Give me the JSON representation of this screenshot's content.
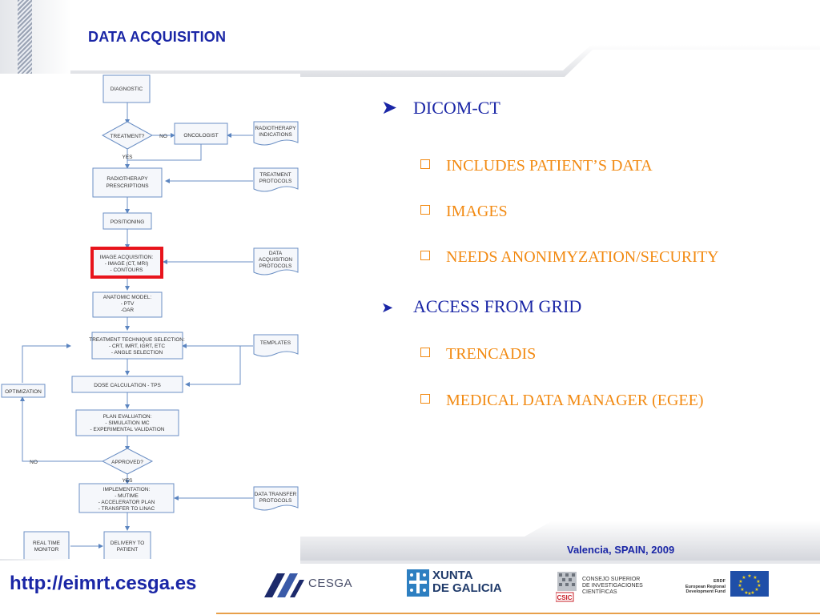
{
  "slide": {
    "title": "DATA ACQUISITION",
    "location": "Valencia, SPAIN, 2009",
    "url": "http://eimrt.cesga.es",
    "accent_color": "#1a26a6",
    "orange_color": "#f28a12",
    "highlight_color": "#e8141c"
  },
  "bullets": {
    "level1": [
      "DICOM-CT",
      "ACCESS FROM GRID"
    ],
    "dicom_sub": [
      "INCLUDES PATIENT’S DATA",
      "IMAGES",
      "NEEDS ANONIMYZATION/SECURITY"
    ],
    "grid_sub": [
      "TRENCADIS",
      "MEDICAL DATA MANAGER (EGEE)"
    ]
  },
  "flowchart": {
    "diagnostic": "DIAGNOSTIC",
    "treatment_q": "TREATMENT?",
    "no": "NO",
    "yes": "YES",
    "oncologist": "ONCOLOGIST",
    "rt_indications": [
      "RADIOTHERAPY",
      "INDICATIONS"
    ],
    "rt_prescriptions": [
      "RADIOTHERAPY",
      "PRESCRIPTIONS"
    ],
    "treatment_protocols": [
      "TREATMENT",
      "PROTOCOLS"
    ],
    "positioning": "POSITIONING",
    "image_acq": [
      "IMAGE ACQUISITION:",
      "- IMAGE (CT, MRI)",
      "- CONTOURS"
    ],
    "data_acq_protocols": [
      "DATA",
      "ACQUISITION",
      "PROTOCOLS"
    ],
    "anatomic": [
      "ANATOMIC MODEL:",
      "- PTV",
      "-OAR"
    ],
    "technique": [
      "TREATMENT TECHNIQUE SELECTION:",
      "- CRT, IMRT, IGRT, ETC",
      "- ANGLE SELECTION"
    ],
    "templates": "TEMPLATES",
    "optimization": "OPTIMIZATION",
    "dose": "DOSE CALCULATION - TPS",
    "plan_eval": [
      "PLAN EVALUATION:",
      "- SIMULATION MC",
      "- EXPERIMENTAL VALIDATION"
    ],
    "approved_q": "APPROVED?",
    "no2": "NO",
    "yes2": "YES",
    "implementation": [
      "IMPLEMENTATION:",
      "- MUTIME",
      "- ACCELERATOR PLAN",
      "- TRANSFER TO LINAC"
    ],
    "data_transfer": [
      "DATA TRANSFER",
      "PROTOCOLS"
    ],
    "realtime": [
      "REAL TIME",
      "MONITOR"
    ],
    "delivery": [
      "DELIVERY TO",
      "PATIENT"
    ]
  },
  "logos": {
    "cesga": "CESGA",
    "xunta": [
      "XUNTA",
      "DE GALICIA"
    ],
    "csic": [
      "CONSEJO SUPERIOR",
      "DE INVESTIGACIONES",
      "CIENTÍFICAS"
    ],
    "csic_badge": "CSIC",
    "erdf": [
      "ERDF",
      "European Regional",
      "Development Fund"
    ]
  }
}
